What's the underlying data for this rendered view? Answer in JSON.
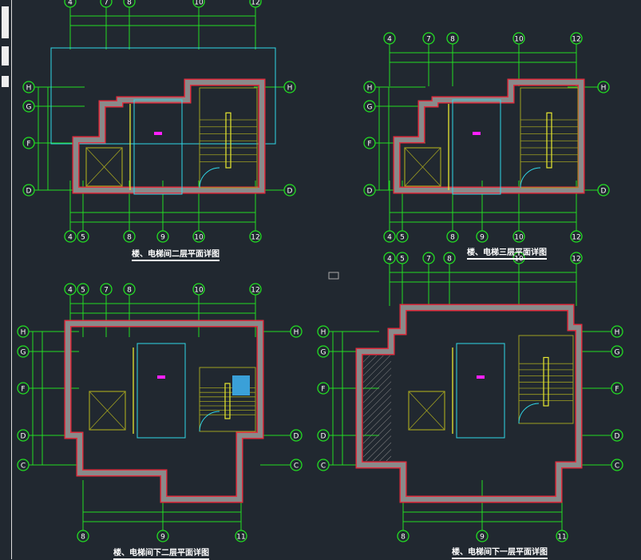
{
  "drawing": {
    "plans": [
      {
        "title": "楼、电梯间二层平面详图",
        "axes_top": [
          "4",
          "7",
          "8",
          "10",
          "12"
        ],
        "axes_bottom": [
          "4",
          "5",
          "8",
          "9",
          "10",
          "12"
        ],
        "axes_left": [
          "H",
          "G",
          "F",
          "D"
        ],
        "axes_right": [
          "H",
          "D"
        ]
      },
      {
        "title": "楼、电梯三层平面详图",
        "axes_top": [
          "4",
          "7",
          "8",
          "10",
          "12"
        ],
        "axes_bottom": [
          "4",
          "5",
          "8",
          "9",
          "10",
          "12"
        ],
        "axes_left": [
          "H",
          "G",
          "F",
          "D"
        ],
        "axes_right": [
          "H",
          "D"
        ]
      },
      {
        "title": "楼、电梯间下二层平面详图",
        "axes_top": [
          "4",
          "5",
          "7",
          "8",
          "10",
          "12"
        ],
        "axes_bottom": [
          "8",
          "9",
          "11"
        ],
        "axes_left": [
          "H",
          "G",
          "F",
          "D",
          "C"
        ],
        "axes_right": [
          "H",
          "D",
          "C"
        ]
      },
      {
        "title": "楼、电梯间下一层平面详图",
        "axes_top": [
          "4",
          "5",
          "7",
          "8",
          "10",
          "12"
        ],
        "axes_bottom": [
          "8",
          "9",
          "11"
        ],
        "axes_left": [
          "H",
          "G",
          "F",
          "D",
          "C"
        ],
        "axes_right": [
          "H",
          "G",
          "F",
          "D",
          "C"
        ]
      }
    ],
    "colors": {
      "background": "#212830",
      "axis": "#22dd22",
      "wall_fill": "#8a8a8a",
      "wall_edge": "#e03040",
      "cyan": "#30d8e8",
      "yellow": "#e8e830",
      "olive": "#a0a020",
      "magenta": "#ff20ff"
    }
  }
}
